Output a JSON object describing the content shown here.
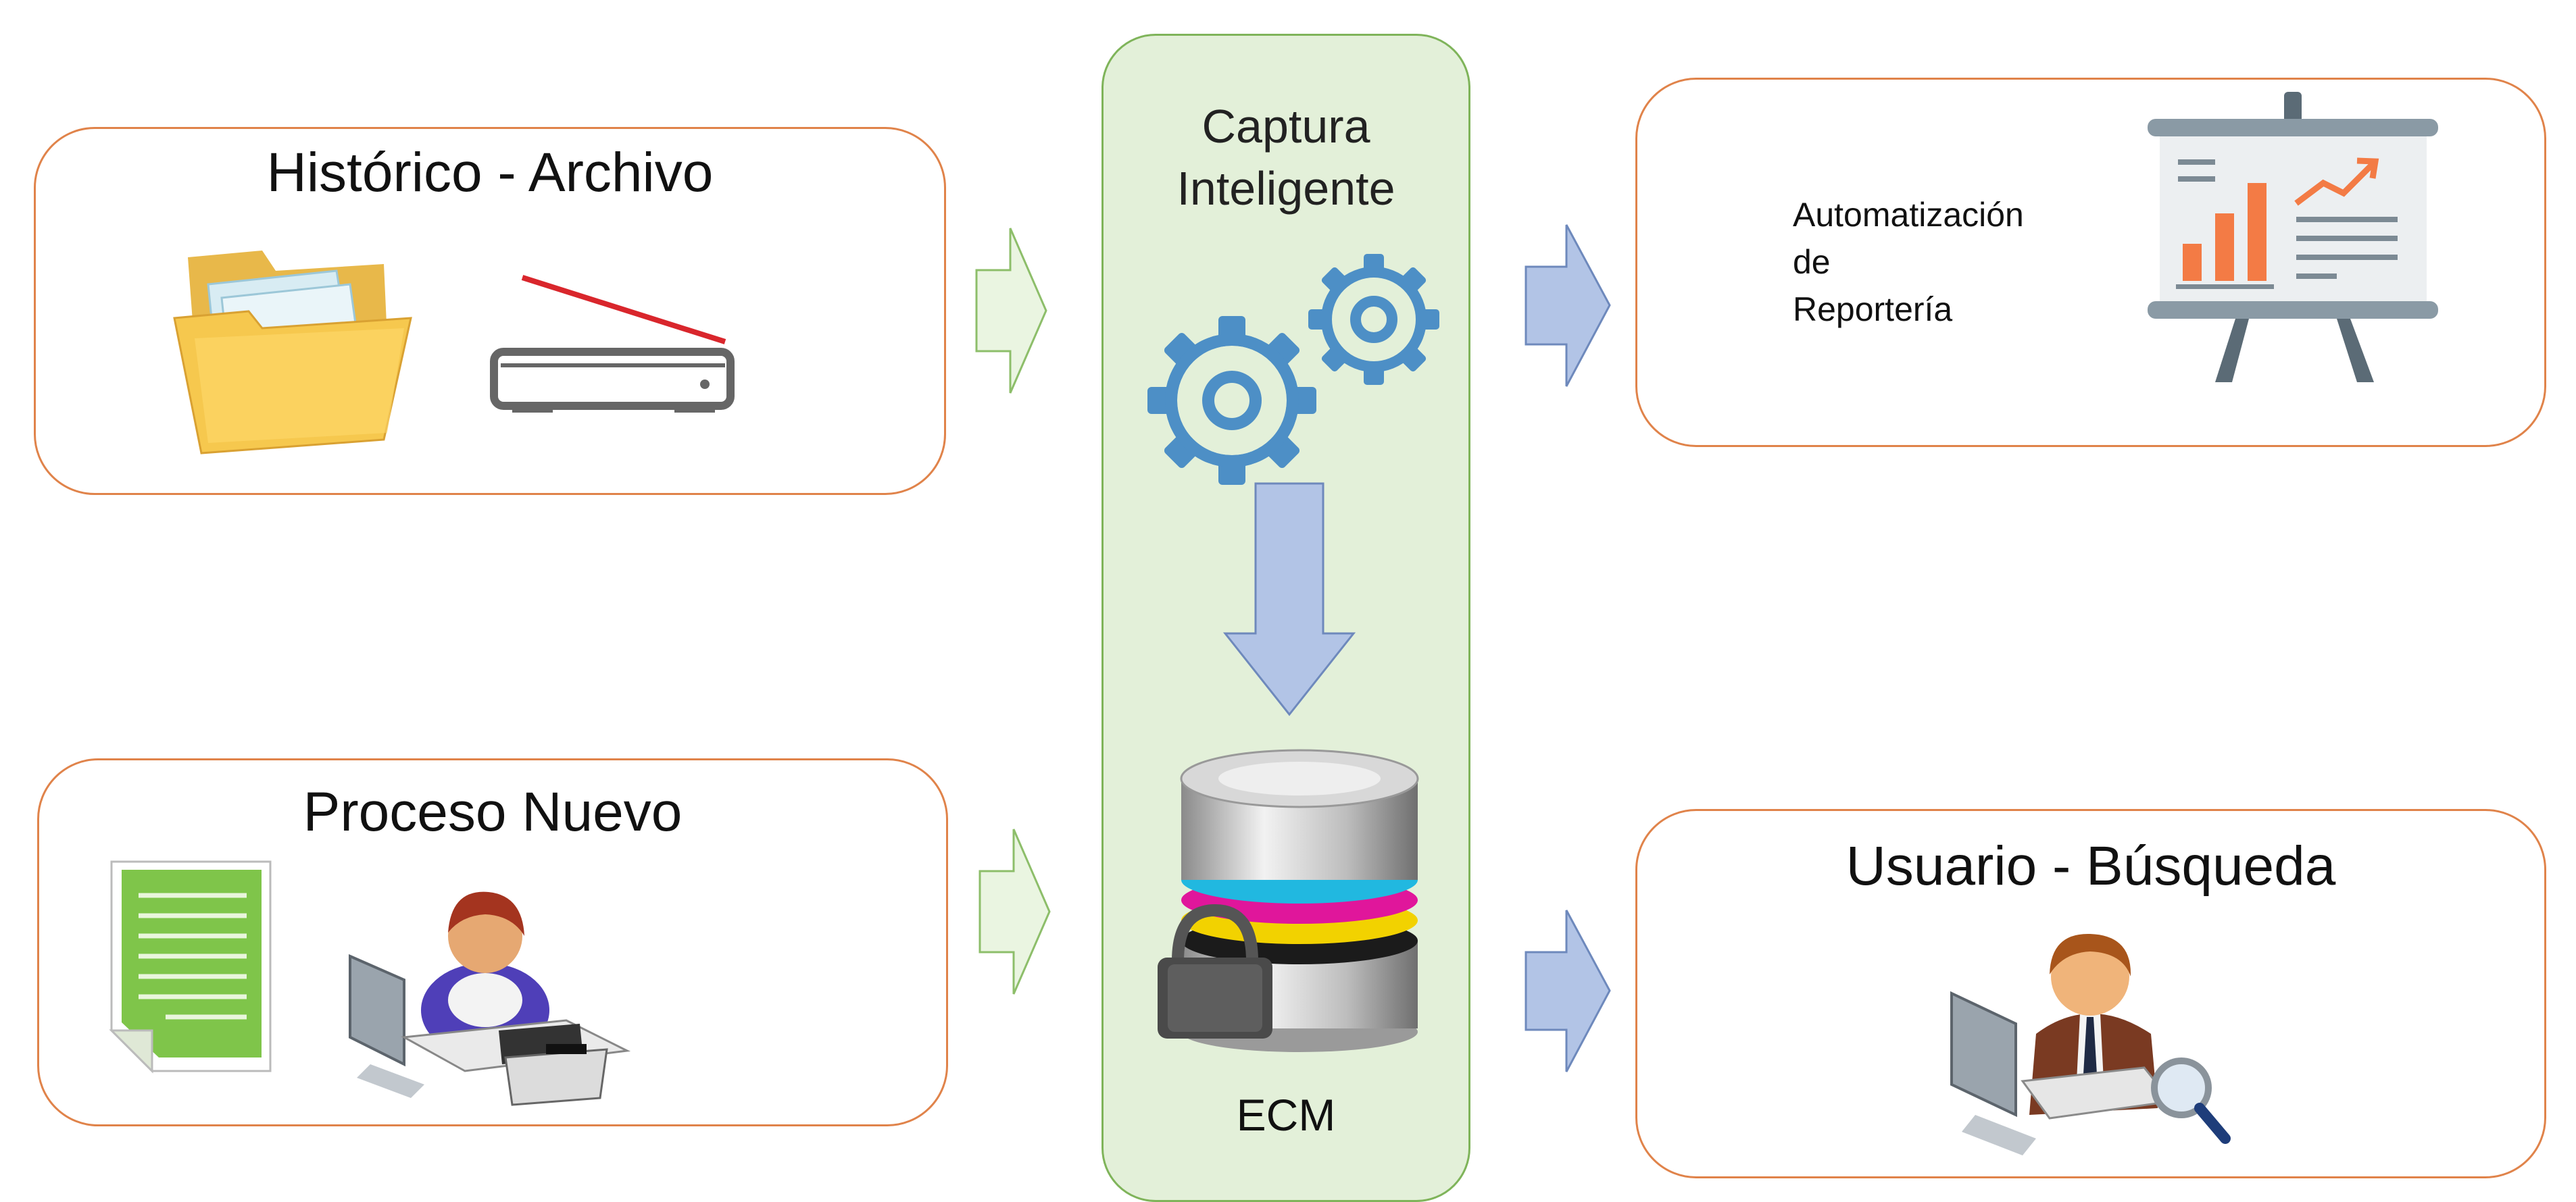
{
  "historico": {
    "title": "Histórico - Archivo"
  },
  "proceso": {
    "title": "Proceso Nuevo"
  },
  "captura": {
    "title_line1": "Captura",
    "title_line2": "Inteligente",
    "ecm_label": "ECM"
  },
  "reporteria": {
    "line1": "Automatización",
    "line2": "de",
    "line3": "Reportería"
  },
  "usuario": {
    "title": "Usuario - Búsqueda"
  },
  "colors": {
    "box_border": "#e0834a",
    "center_fill": "#e3f0d9",
    "center_border": "#7fb45a",
    "arrow_green": "#eaf5e1",
    "arrow_blue": "#b2c4e6",
    "gear": "#4d8fc6",
    "chart_orange": "#f37b45"
  }
}
